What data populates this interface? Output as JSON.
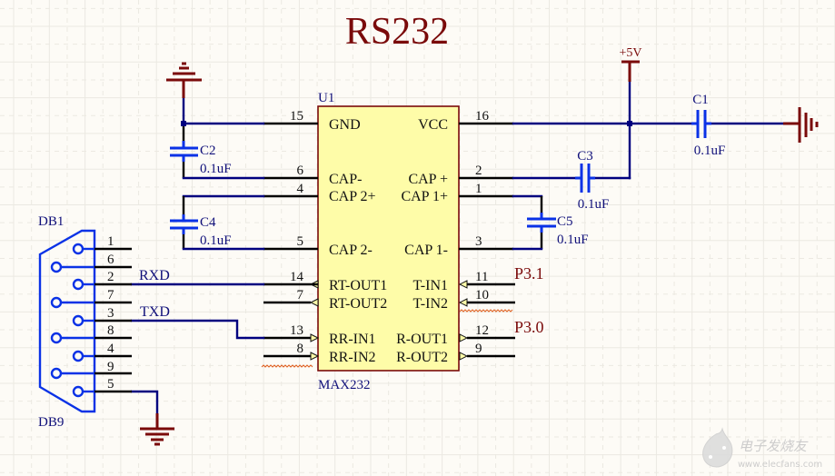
{
  "title": "RS232",
  "ic": {
    "designator": "U1",
    "part": "MAX232",
    "left_pins": [
      {
        "num": "15",
        "name": "GND"
      },
      {
        "num": "6",
        "name": "CAP-"
      },
      {
        "num": "4",
        "name": "CAP 2+"
      },
      {
        "num": "5",
        "name": "CAP 2-"
      },
      {
        "num": "14",
        "name": "RT-OUT1"
      },
      {
        "num": "7",
        "name": "RT-OUT2"
      },
      {
        "num": "13",
        "name": "RR-IN1"
      },
      {
        "num": "8",
        "name": "RR-IN2"
      }
    ],
    "right_pins": [
      {
        "num": "16",
        "name": "VCC"
      },
      {
        "num": "2",
        "name": "CAP +"
      },
      {
        "num": "1",
        "name": "CAP 1+"
      },
      {
        "num": "3",
        "name": "CAP 1-"
      },
      {
        "num": "11",
        "name": "T-IN1"
      },
      {
        "num": "10",
        "name": "T-IN2"
      },
      {
        "num": "12",
        "name": "R-OUT1"
      },
      {
        "num": "9",
        "name": "R-OUT2"
      }
    ]
  },
  "capacitors": [
    {
      "ref": "C1",
      "value": "0.1uF"
    },
    {
      "ref": "C2",
      "value": "0.1uF"
    },
    {
      "ref": "C3",
      "value": "0.1uF"
    },
    {
      "ref": "C4",
      "value": "0.1uF"
    },
    {
      "ref": "C5",
      "value": "0.1uF"
    }
  ],
  "connector": {
    "designator": "DB1",
    "part": "DB9",
    "pins": [
      "1",
      "6",
      "2",
      "7",
      "3",
      "8",
      "4",
      "9",
      "5"
    ]
  },
  "nets": {
    "rxd": "RXD",
    "txd": "TXD",
    "p31": "P3.1",
    "p30": "P3.0",
    "vcc": "+5V"
  },
  "watermark": {
    "brand": "电子发烧友",
    "url": "www.elecfans.com"
  }
}
